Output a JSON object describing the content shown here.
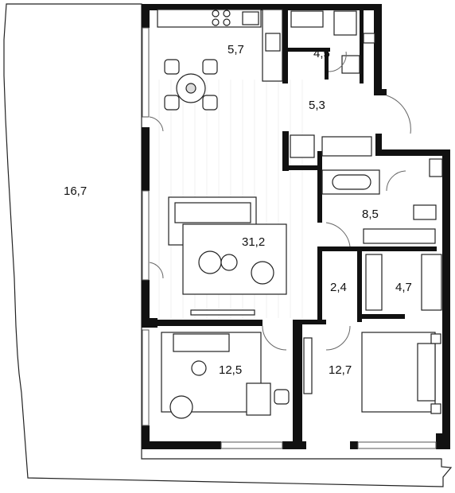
{
  "rooms": {
    "terrace": "16,7",
    "kitchen": "5,7",
    "toilet": "4,5",
    "hall": "5,3",
    "bathroom": "8,5",
    "living": "31,2",
    "corridor": "2,4",
    "wardrobe": "4,7",
    "bedroom_left": "12,5",
    "bedroom_right": "12,7"
  },
  "colors": {
    "wall": "#111111",
    "floor": "#ffffff",
    "furniture_outline": "#222222"
  }
}
